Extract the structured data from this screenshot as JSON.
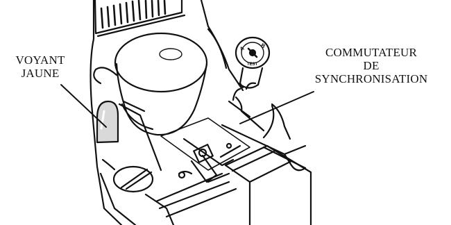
{
  "figure": {
    "callouts": {
      "voyant": {
        "line1": "VOYANT",
        "line2": "JAUNE"
      },
      "commutateur": {
        "line1": "COMMUTATEUR",
        "line2": "DE",
        "line3": "SYNCHRONISATION"
      }
    },
    "dial_marks": {
      "left": "A",
      "right": "B",
      "bottom": "TEST"
    },
    "colors": {
      "ink": "#111111",
      "led_fill": "#d9d9d9",
      "paper": "#ffffff"
    }
  }
}
